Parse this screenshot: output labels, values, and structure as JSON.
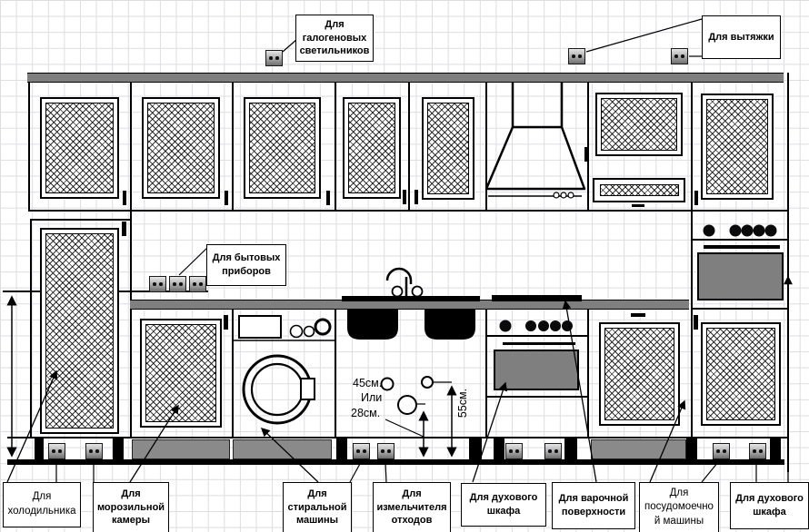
{
  "callouts": {
    "halogen": "Для галогеновых светильников",
    "hood": "Для вытяжки",
    "household": "Для бытовых приборов",
    "fridge": "Для холодильника",
    "freezer": "Для морозильной камеры",
    "washer": "Для стиральной машины",
    "grinder": "Для измельчителя отходов",
    "oven_left": "Для духового шкафа",
    "hob": "Для варочной поверхности",
    "dishwasher": "Для посудомоечно й машины",
    "oven_right": "Для духового шкафа"
  },
  "measurements": {
    "m45": "45см.",
    "or_word": "Или",
    "m28": "28см.",
    "m55": "55см."
  },
  "colors": {
    "cabinet_gray": "#7f7f7f",
    "kickboard_gray": "#8a8a8a",
    "line_black": "#000000",
    "grid_gray": "#dcdce2",
    "background": "#ffffff"
  }
}
